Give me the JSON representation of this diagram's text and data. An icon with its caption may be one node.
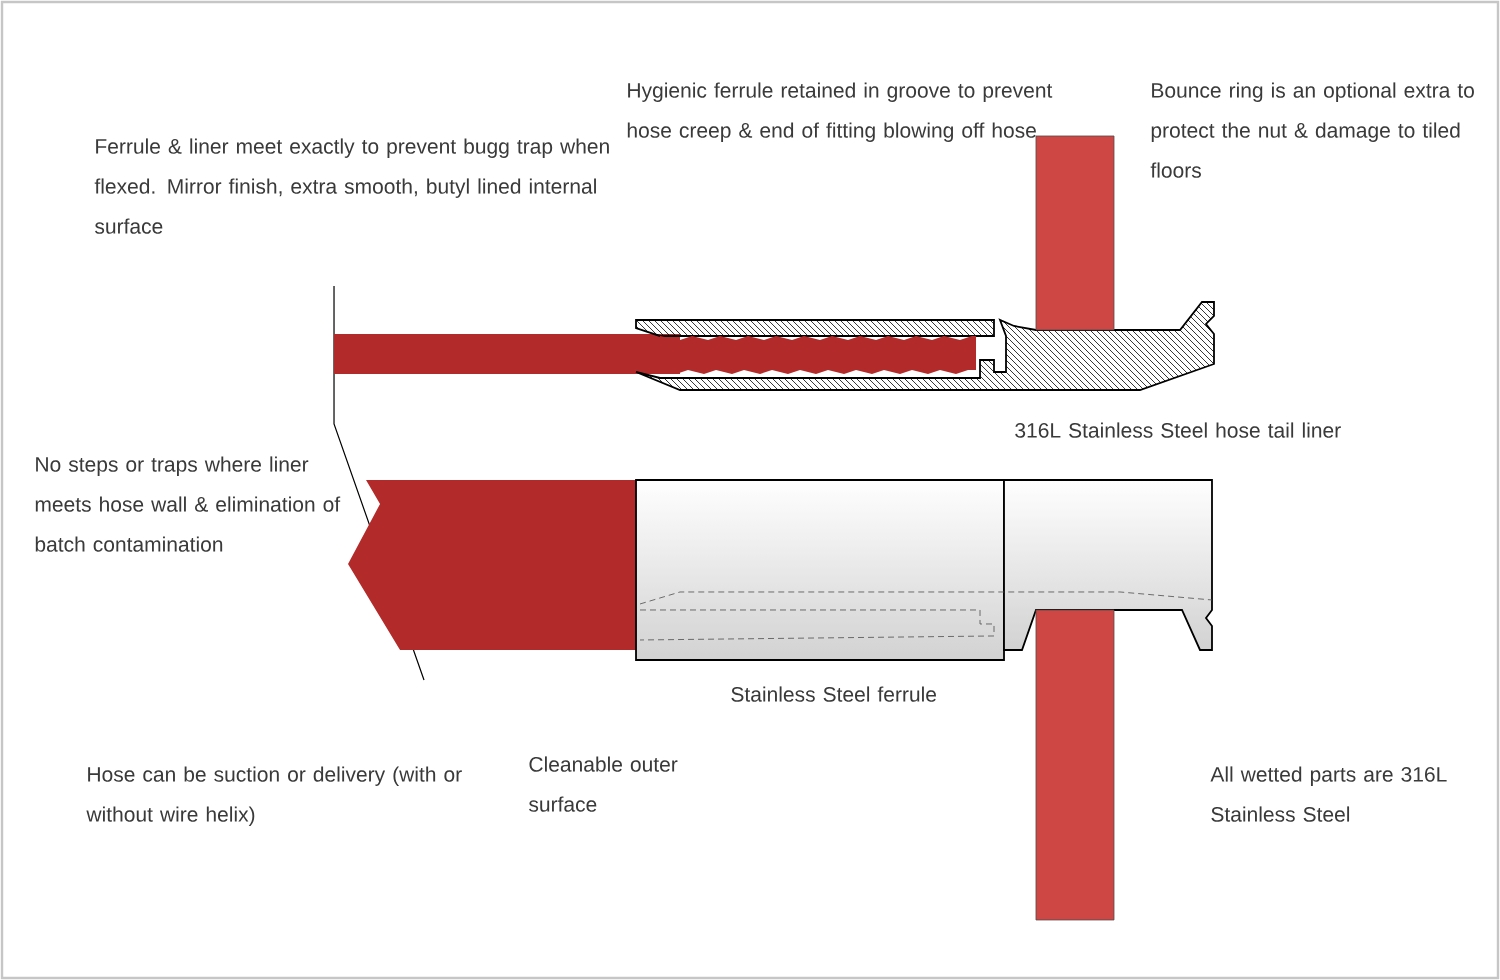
{
  "diagram": {
    "labels": [
      "Hygienic ferrule retained in groove to prevent hose creep & end of fitting blowing off hose",
      "Bounce ring is an optional extra to protect the nut & damage to tiled floors",
      "Ferrule & liner meet exactly to prevent bugg trap when flexed. Mirror finish, extra smooth, butyl lined internal surface",
      "316L Stainless Steel hose tail liner",
      "No steps or traps where liner meets hose wall & elimination of batch contamination",
      "Stainless Steel ferrule",
      "Hose can be suction or delivery (with or without wire helix)",
      "Cleanable outer surface",
      "All wetted parts are 316L Stainless Steel"
    ]
  }
}
